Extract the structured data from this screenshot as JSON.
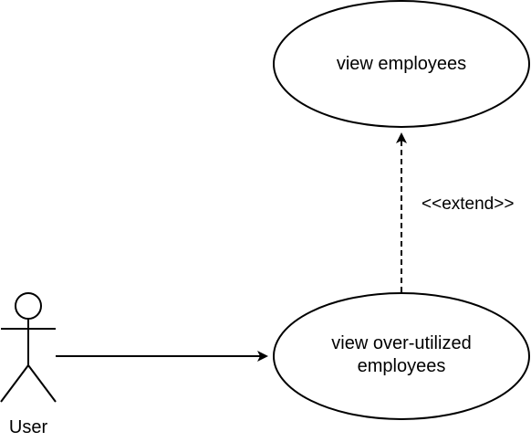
{
  "diagram": {
    "actor": {
      "label": "User"
    },
    "use_cases": {
      "view_employees": {
        "label": "view employees"
      },
      "view_over_utilized": {
        "label_line1": "view over-utilized",
        "label_line2": "employees"
      }
    },
    "relations": {
      "extend": {
        "label": "<<extend>>"
      }
    },
    "colors": {
      "stroke": "#000000",
      "background": "#ffffff",
      "text": "#000000"
    }
  }
}
